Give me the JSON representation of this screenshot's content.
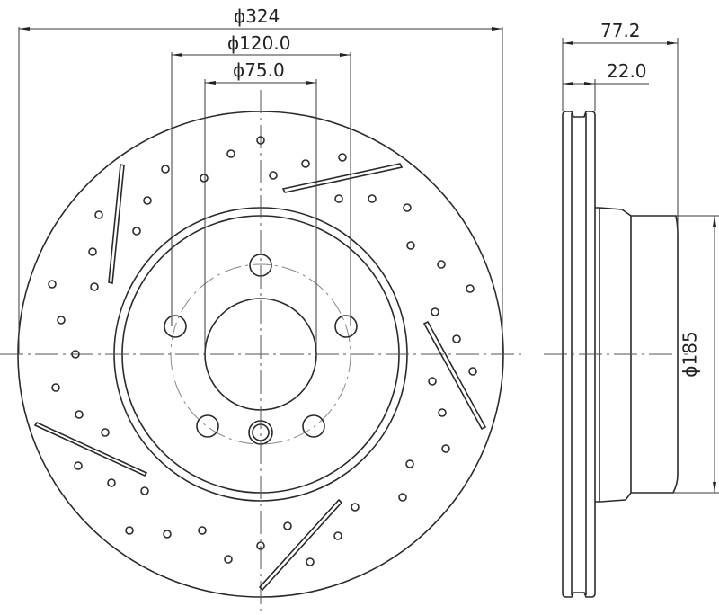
{
  "drawing": {
    "subject": "Drilled and slotted brake disc, front and side view",
    "line_color": "#2a2a2a",
    "background": "#ffffff"
  },
  "dimensions": {
    "outer_diameter": "ϕ324",
    "bolt_circle_diameter": "ϕ120.0",
    "center_bore_diameter": "ϕ75.0",
    "overall_height": "77.2",
    "disc_thickness": "22.0",
    "hat_diameter": "ϕ185"
  },
  "front_view": {
    "bolt_holes": 5,
    "locating_holes": 1,
    "slots": 5,
    "drill_holes_visible": true
  }
}
